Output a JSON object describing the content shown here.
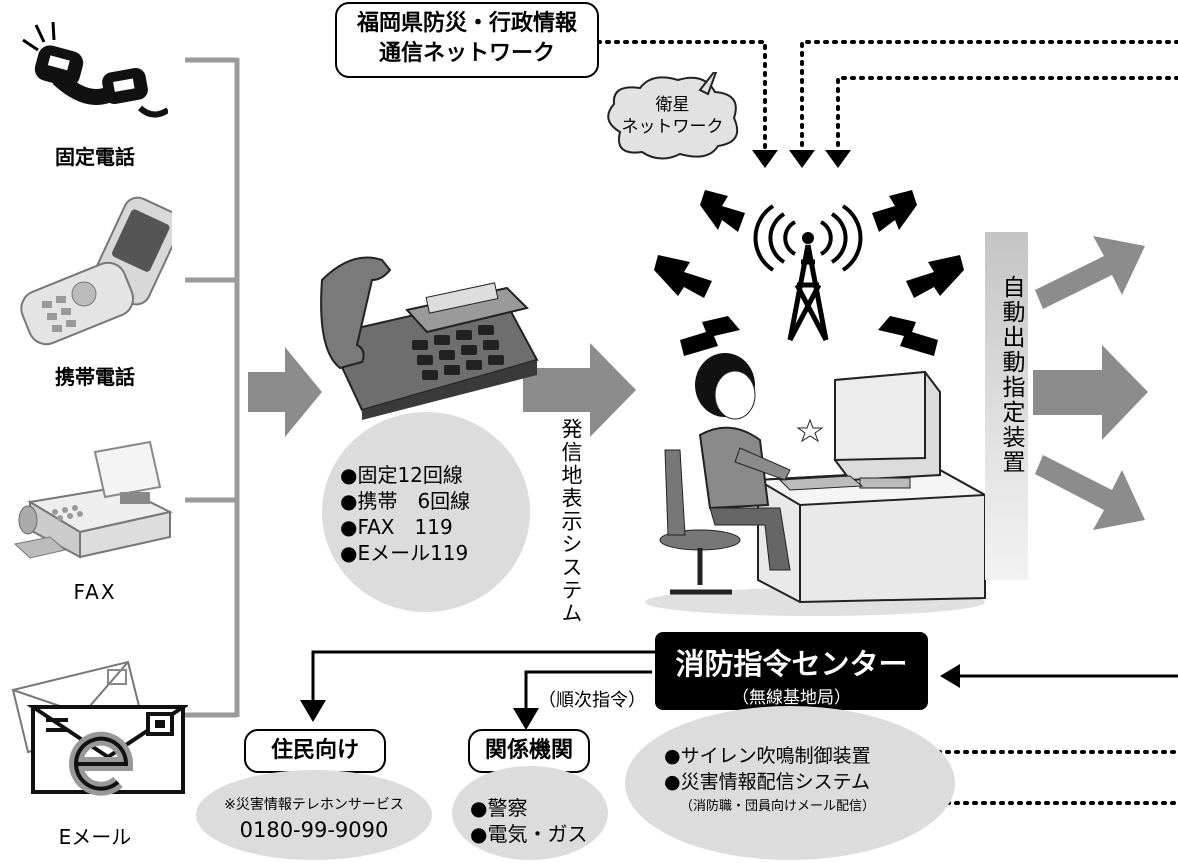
{
  "devices": {
    "fixed_phone": "固定電話",
    "mobile_phone": "携帯電話",
    "fax": "FAX",
    "email": "Eメール"
  },
  "network": {
    "prefectural_line1": "福岡県防災・行政情報",
    "prefectural_line2": "通信ネットワーク",
    "satellite_line1": "衛星",
    "satellite_line2": "ネットワーク"
  },
  "reception": {
    "lines": [
      "●固定12回線",
      "●携帯　6回線",
      "●FAX　119",
      "●Eメール119"
    ]
  },
  "caller_location_system": "発信地表示システム",
  "auto_dispatch": "自動出動指定装置",
  "command_center": {
    "title": "消防指令センター",
    "subtitle": "（無線基地局）"
  },
  "sequential_command": "（順次指令）",
  "residents": {
    "label": "住民向け",
    "note": "※災害情報テレホンサービス",
    "phone": "0180-99-9090"
  },
  "agencies": {
    "label": "関係機関",
    "items": [
      "●警察",
      "●電気・ガス"
    ]
  },
  "center_systems": {
    "siren": "●サイレン吹鳴制御装置",
    "disaster_info": "●災害情報配信システム",
    "mail_note": "（消防職・団員向けメール配信）"
  },
  "colors": {
    "arrow_gray": "#8c8c8c",
    "ellipse_gray": "#dcdcdc",
    "bracket_gray": "#9a9a9a",
    "center_box": "#000000"
  }
}
